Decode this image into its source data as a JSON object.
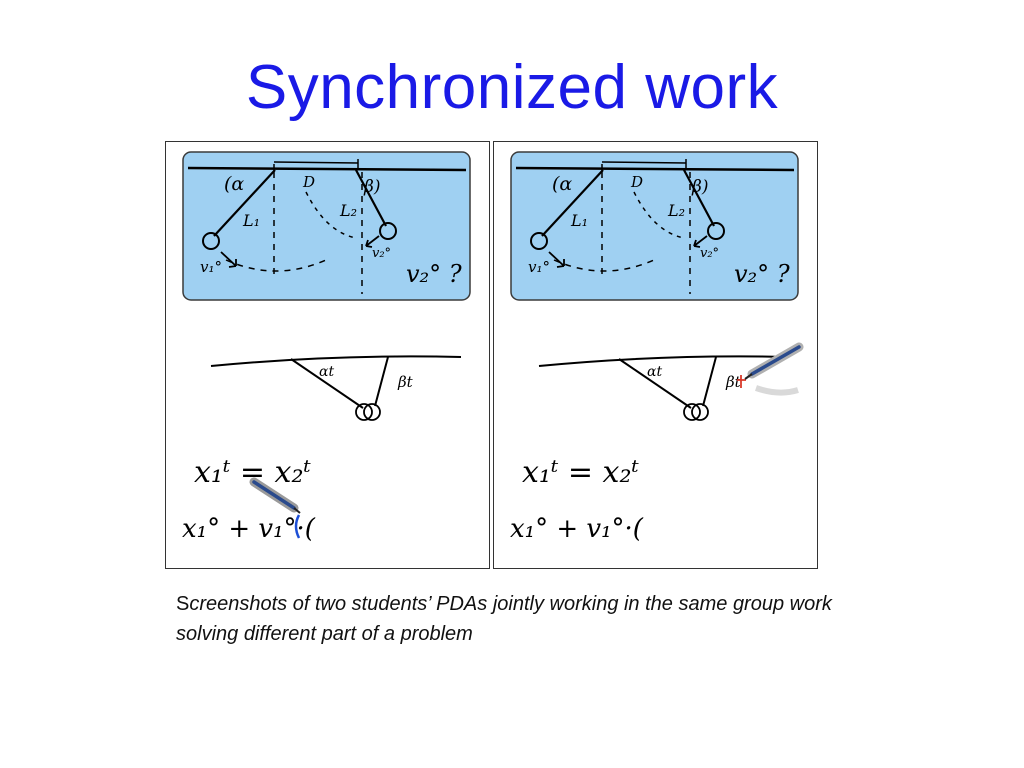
{
  "slide": {
    "title": "Synchronized work",
    "caption_first_letter": "S",
    "caption_rest": "creenshots of two students’ PDAs jointly working in the same group work solving different part of a problem"
  },
  "sketch": {
    "label_alpha_left": "(α",
    "label_D": "D",
    "label_beta_right": "β)",
    "label_L1": "L₁",
    "label_L2": "L₂",
    "label_v1": "v₁°",
    "label_v2_small": "v₂°",
    "label_v2_big": "v₂° ?",
    "label_alpha_t": "αt",
    "label_beta_t": "βt",
    "eq1": "x₁ᵗ = x₂ᵗ",
    "eq2": "x₁° + v₁°·("
  },
  "colors": {
    "title": "#1a1ae6",
    "problem_box": "#9fd0f2",
    "ink": "#000000",
    "active_ink_left": "#1d4fd6",
    "active_ink_right": "#d93a2b"
  },
  "icons": {
    "stylus": "pen-icon"
  }
}
